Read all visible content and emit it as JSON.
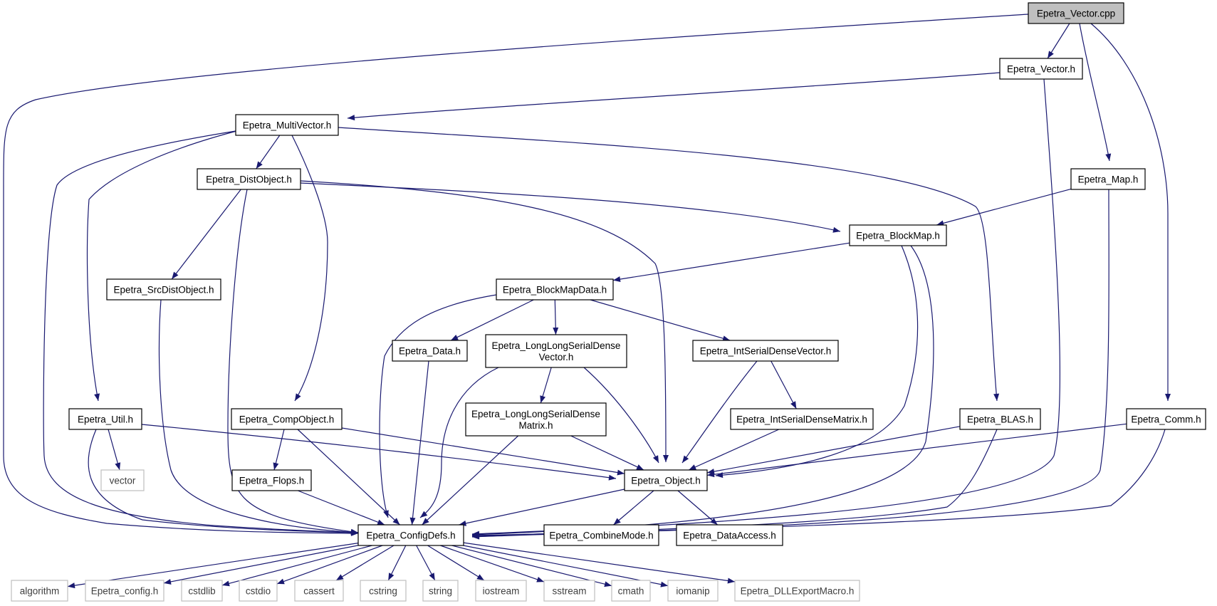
{
  "nodes": [
    {
      "id": "vector_cpp",
      "lines": [
        "Epetra_Vector.cpp"
      ],
      "kind": "root"
    },
    {
      "id": "vector_h",
      "lines": [
        "Epetra_Vector.h"
      ],
      "kind": "header"
    },
    {
      "id": "multivector_h",
      "lines": [
        "Epetra_MultiVector.h"
      ],
      "kind": "header"
    },
    {
      "id": "map_h",
      "lines": [
        "Epetra_Map.h"
      ],
      "kind": "header"
    },
    {
      "id": "distobject_h",
      "lines": [
        "Epetra_DistObject.h"
      ],
      "kind": "header"
    },
    {
      "id": "blockmap_h",
      "lines": [
        "Epetra_BlockMap.h"
      ],
      "kind": "header"
    },
    {
      "id": "srcdistobject_h",
      "lines": [
        "Epetra_SrcDistObject.h"
      ],
      "kind": "header"
    },
    {
      "id": "blockmapdata_h",
      "lines": [
        "Epetra_BlockMapData.h"
      ],
      "kind": "header"
    },
    {
      "id": "data_h",
      "lines": [
        "Epetra_Data.h"
      ],
      "kind": "header"
    },
    {
      "id": "llsdvector_h",
      "lines": [
        "Epetra_LongLongSerialDense",
        "Vector.h"
      ],
      "kind": "header"
    },
    {
      "id": "isdvector_h",
      "lines": [
        "Epetra_IntSerialDenseVector.h"
      ],
      "kind": "header"
    },
    {
      "id": "util_h",
      "lines": [
        "Epetra_Util.h"
      ],
      "kind": "header"
    },
    {
      "id": "compobject_h",
      "lines": [
        "Epetra_CompObject.h"
      ],
      "kind": "header"
    },
    {
      "id": "llsdmatrix_h",
      "lines": [
        "Epetra_LongLongSerialDense",
        "Matrix.h"
      ],
      "kind": "header"
    },
    {
      "id": "isdmatrix_h",
      "lines": [
        "Epetra_IntSerialDenseMatrix.h"
      ],
      "kind": "header"
    },
    {
      "id": "blas_h",
      "lines": [
        "Epetra_BLAS.h"
      ],
      "kind": "header"
    },
    {
      "id": "comm_h",
      "lines": [
        "Epetra_Comm.h"
      ],
      "kind": "header"
    },
    {
      "id": "vector_std",
      "lines": [
        "vector"
      ],
      "kind": "external"
    },
    {
      "id": "flops_h",
      "lines": [
        "Epetra_Flops.h"
      ],
      "kind": "header"
    },
    {
      "id": "object_h",
      "lines": [
        "Epetra_Object.h"
      ],
      "kind": "header"
    },
    {
      "id": "configdefs_h",
      "lines": [
        "Epetra_ConfigDefs.h"
      ],
      "kind": "header"
    },
    {
      "id": "combinemode_h",
      "lines": [
        "Epetra_CombineMode.h"
      ],
      "kind": "header"
    },
    {
      "id": "dataaccess_h",
      "lines": [
        "Epetra_DataAccess.h"
      ],
      "kind": "header"
    },
    {
      "id": "algorithm",
      "lines": [
        "algorithm"
      ],
      "kind": "external"
    },
    {
      "id": "config_h",
      "lines": [
        "Epetra_config.h"
      ],
      "kind": "external"
    },
    {
      "id": "cstdlib",
      "lines": [
        "cstdlib"
      ],
      "kind": "external"
    },
    {
      "id": "cstdio",
      "lines": [
        "cstdio"
      ],
      "kind": "external"
    },
    {
      "id": "cassert",
      "lines": [
        "cassert"
      ],
      "kind": "external"
    },
    {
      "id": "cstring",
      "lines": [
        "cstring"
      ],
      "kind": "external"
    },
    {
      "id": "string",
      "lines": [
        "string"
      ],
      "kind": "external"
    },
    {
      "id": "iostream",
      "lines": [
        "iostream"
      ],
      "kind": "external"
    },
    {
      "id": "sstream",
      "lines": [
        "sstream"
      ],
      "kind": "external"
    },
    {
      "id": "cmath",
      "lines": [
        "cmath"
      ],
      "kind": "external"
    },
    {
      "id": "iomanip",
      "lines": [
        "iomanip"
      ],
      "kind": "external"
    },
    {
      "id": "dllexport_h",
      "lines": [
        "Epetra_DLLExportMacro.h"
      ],
      "kind": "external"
    }
  ],
  "edges": [
    {
      "from": "vector_cpp",
      "to": "vector_h"
    },
    {
      "from": "vector_cpp",
      "to": "map_h"
    },
    {
      "from": "vector_cpp",
      "to": "comm_h"
    },
    {
      "from": "vector_cpp",
      "to": "configdefs_h"
    },
    {
      "from": "vector_h",
      "to": "multivector_h"
    },
    {
      "from": "vector_h",
      "to": "configdefs_h"
    },
    {
      "from": "multivector_h",
      "to": "distobject_h"
    },
    {
      "from": "multivector_h",
      "to": "util_h"
    },
    {
      "from": "multivector_h",
      "to": "compobject_h"
    },
    {
      "from": "multivector_h",
      "to": "blas_h"
    },
    {
      "from": "multivector_h",
      "to": "configdefs_h"
    },
    {
      "from": "map_h",
      "to": "blockmap_h"
    },
    {
      "from": "map_h",
      "to": "configdefs_h"
    },
    {
      "from": "distobject_h",
      "to": "blockmap_h"
    },
    {
      "from": "distobject_h",
      "to": "srcdistobject_h"
    },
    {
      "from": "distobject_h",
      "to": "object_h"
    },
    {
      "from": "distobject_h",
      "to": "configdefs_h"
    },
    {
      "from": "blockmap_h",
      "to": "blockmapdata_h"
    },
    {
      "from": "blockmap_h",
      "to": "object_h"
    },
    {
      "from": "blockmap_h",
      "to": "configdefs_h"
    },
    {
      "from": "srcdistobject_h",
      "to": "configdefs_h"
    },
    {
      "from": "blockmapdata_h",
      "to": "data_h"
    },
    {
      "from": "blockmapdata_h",
      "to": "llsdvector_h"
    },
    {
      "from": "blockmapdata_h",
      "to": "isdvector_h"
    },
    {
      "from": "blockmapdata_h",
      "to": "configdefs_h"
    },
    {
      "from": "data_h",
      "to": "configdefs_h"
    },
    {
      "from": "llsdvector_h",
      "to": "llsdmatrix_h"
    },
    {
      "from": "llsdvector_h",
      "to": "object_h"
    },
    {
      "from": "llsdvector_h",
      "to": "configdefs_h"
    },
    {
      "from": "isdvector_h",
      "to": "isdmatrix_h"
    },
    {
      "from": "isdvector_h",
      "to": "object_h"
    },
    {
      "from": "llsdmatrix_h",
      "to": "object_h"
    },
    {
      "from": "llsdmatrix_h",
      "to": "configdefs_h"
    },
    {
      "from": "isdmatrix_h",
      "to": "object_h"
    },
    {
      "from": "util_h",
      "to": "vector_std"
    },
    {
      "from": "util_h",
      "to": "object_h"
    },
    {
      "from": "util_h",
      "to": "configdefs_h"
    },
    {
      "from": "compobject_h",
      "to": "flops_h"
    },
    {
      "from": "compobject_h",
      "to": "object_h"
    },
    {
      "from": "compobject_h",
      "to": "configdefs_h"
    },
    {
      "from": "flops_h",
      "to": "configdefs_h"
    },
    {
      "from": "blas_h",
      "to": "object_h"
    },
    {
      "from": "blas_h",
      "to": "configdefs_h"
    },
    {
      "from": "comm_h",
      "to": "object_h"
    },
    {
      "from": "comm_h",
      "to": "configdefs_h"
    },
    {
      "from": "object_h",
      "to": "configdefs_h"
    },
    {
      "from": "object_h",
      "to": "combinemode_h"
    },
    {
      "from": "object_h",
      "to": "dataaccess_h"
    },
    {
      "from": "configdefs_h",
      "to": "algorithm"
    },
    {
      "from": "configdefs_h",
      "to": "config_h"
    },
    {
      "from": "configdefs_h",
      "to": "cstdlib"
    },
    {
      "from": "configdefs_h",
      "to": "cstdio"
    },
    {
      "from": "configdefs_h",
      "to": "cassert"
    },
    {
      "from": "configdefs_h",
      "to": "cstring"
    },
    {
      "from": "configdefs_h",
      "to": "string"
    },
    {
      "from": "configdefs_h",
      "to": "iostream"
    },
    {
      "from": "configdefs_h",
      "to": "sstream"
    },
    {
      "from": "configdefs_h",
      "to": "cmath"
    },
    {
      "from": "configdefs_h",
      "to": "iomanip"
    },
    {
      "from": "configdefs_h",
      "to": "dllexport_h"
    }
  ],
  "colors": {
    "edge": "#191970",
    "root_fill": "#bfbfbf",
    "node_border": "#000000",
    "external_border": "#bfbfbf"
  }
}
